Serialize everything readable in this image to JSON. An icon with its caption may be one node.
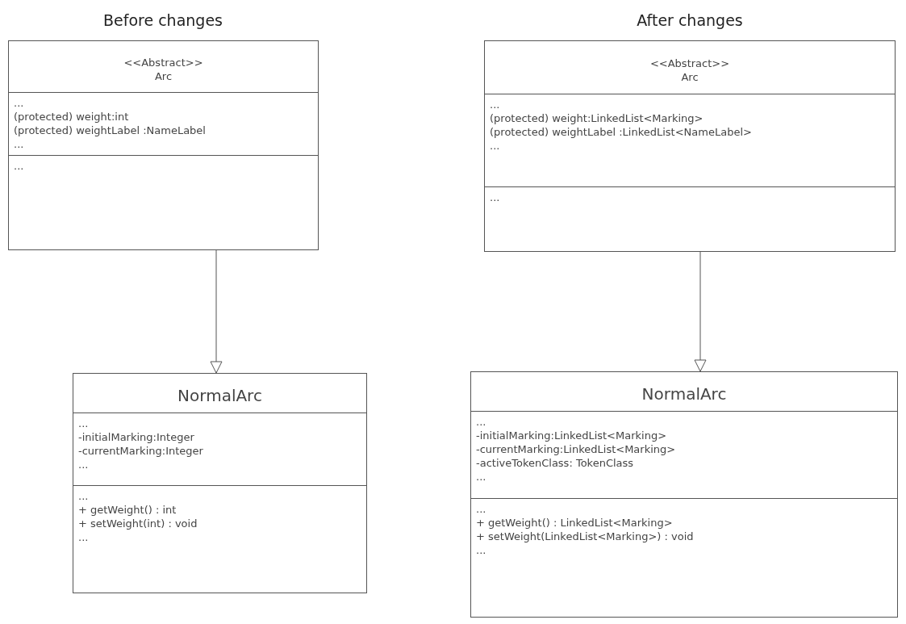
{
  "diagram": {
    "nodes": [
      {
        "text": [
          "<<Abstract>>",
          "Arc"
        ]
      },
      {
        "text": [
          "...",
          "(protected) weight:int",
          "(protected) weightLabel :NameLabel",
          "..."
        ],
        "in": 0
      },
      {
        "text": [
          "..."
        ],
        "in": 0
      },
      {
        "text": [
          "<<Abstract>>",
          "Arc"
        ]
      },
      {
        "text": [
          "...",
          "(protected) weight:LinkedList<Marking>",
          "(protected) weightLabel :LinkedList<NameLabel>",
          "..."
        ],
        "in": 3
      },
      {
        "text": [
          "..."
        ],
        "in": 3
      },
      {
        "text": [
          "NormalArc"
        ]
      },
      {
        "text": [
          "...",
          "-initialMarking:Integer",
          "-currentMarking:Integer",
          "..."
        ],
        "in": 6
      },
      {
        "text": [
          "...",
          "+ getWeight() : int",
          "+ setWeight(int) : void",
          "..."
        ],
        "in": 6
      },
      {
        "text": [
          "NormalArc"
        ]
      },
      {
        "text": [
          "...",
          "-initialMarking:LinkedList<Marking>",
          "-currentMarking:LinkedList<Marking>",
          "-activeTokenClass: TokenClass",
          "..."
        ],
        "in": 9
      },
      {
        "text": [
          "...",
          "+ getWeight() : LinkedList<Marking>",
          "+ setWeight(LinkedList<Marking>) : void",
          "..."
        ],
        "in": 9
      }
    ],
    "edges": [
      {
        "from": 0,
        "to": 6,
        "arrow": "to"
      },
      {
        "from": 3,
        "to": 9,
        "arrow": "to"
      }
    ],
    "labels": [
      "Before changes",
      "After changes"
    ]
  }
}
